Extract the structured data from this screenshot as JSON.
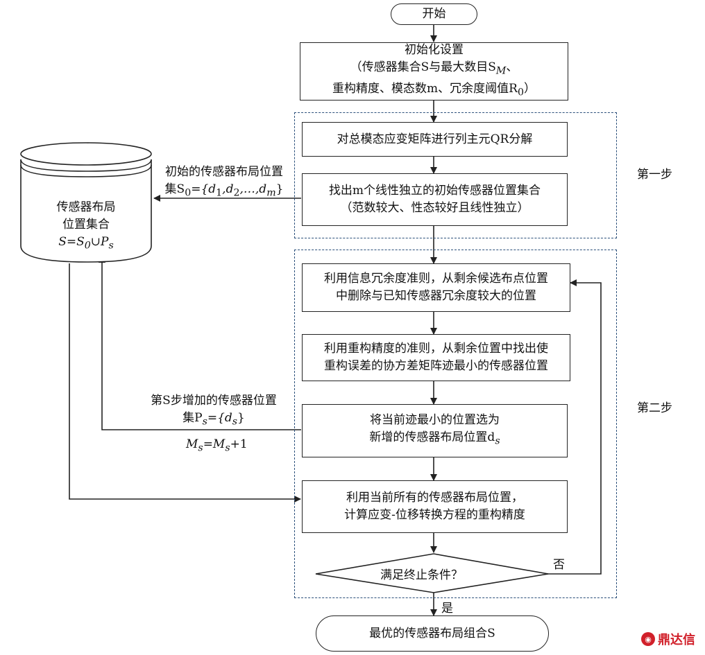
{
  "start": "开始",
  "init": {
    "line1": "初始化设置",
    "line2": "（传感器集合S与最大数目S",
    "line2_sub": "M",
    "line2_end": "、",
    "line3": "重构精度、模态数m、冗余度阈值R",
    "line3_sub": "0",
    "line3_end": "）"
  },
  "step1": {
    "label": "第一步",
    "qr": "对总模态应变矩阵进行列主元QR分解",
    "find_line1": "找出m个线性独立的初始传感器位置集合",
    "find_line2": "（范数较大、性态较好且线性独立）"
  },
  "step2": {
    "label": "第二步",
    "redundancy_line1": "利用信息冗余度准则，从剩余候选布点位置",
    "redundancy_line2": "中删除与已知传感器冗余度较大的位置",
    "precision_line1": "利用重构精度的准则，从剩余位置中找出使",
    "precision_line2": "重构误差的协方差矩阵迹最小的传感器位置",
    "select_line1": "将当前迹最小的位置选为",
    "select_line2": "新增的传感器布局位置d",
    "select_sub": "s",
    "compute_line1": "利用当前所有的传感器布局位置，",
    "compute_line2": "计算应变-位移转换方程的重构精度",
    "decision": "满足终止条件？",
    "no": "否",
    "yes": "是"
  },
  "database": {
    "line1": "传感器布局",
    "line2": "位置集合",
    "line3": "S=S",
    "line3_sub0": "0",
    "line3_mid": "∪P",
    "line3_sub1": "s"
  },
  "initial_set": {
    "line1": "初始的传感器布局位置",
    "line2": "集S",
    "line2_sub": "0",
    "line2_rest": "={d",
    "d1": "1",
    "d2": "2",
    "dm": "m",
    "line2_end": "}"
  },
  "added_set": {
    "line1": "第S步增加的传感器位置",
    "line2": "集P",
    "line2_sub": "s",
    "line2_rest": "={d",
    "line2_sub2": "s",
    "line2_end": "}",
    "formula": "M",
    "formula_sub1": "s",
    "formula_mid": "=M",
    "formula_sub2": "s",
    "formula_end": "+1"
  },
  "end": {
    "label": "最优的传感器布局组合S"
  },
  "watermark": "鼎达信"
}
